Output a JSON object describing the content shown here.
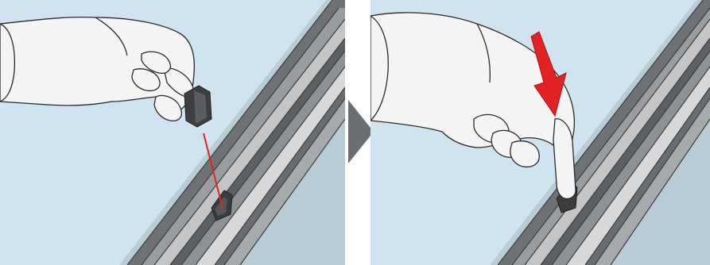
{
  "panels": [
    {
      "id": "step-1",
      "subject": "hand-holding-clip",
      "indicator": "red-dashed-guide-line"
    },
    {
      "id": "step-2",
      "subject": "hand-pressing-clip-into-slot",
      "indicator": "red-arrow-down"
    }
  ],
  "between": "grey-chevron-right",
  "colors": {
    "glass": "#cfe4ee",
    "frame_dark": "#6f7275",
    "frame_mid": "#9a9da0",
    "frame_light": "#c3c5c7",
    "accent_red": "#e32323",
    "chevron": "#6b6e71",
    "skin": "#f4f4f4",
    "outline": "#2a2a2a"
  }
}
